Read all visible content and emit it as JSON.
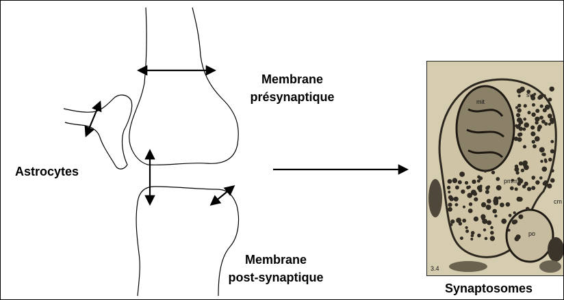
{
  "labels": {
    "presynaptic_line1": "Membrane",
    "presynaptic_line2": "présynaptique",
    "astrocytes": "Astrocytes",
    "postsynaptic_line1": "Membrane",
    "postsynaptic_line2": "post-synaptique",
    "synaptosomes": "Synaptosomes"
  },
  "micrograph": {
    "annotations": [
      "mit",
      "sv",
      "pmm",
      "cm",
      "po"
    ],
    "plate_number": "3.4"
  },
  "colors": {
    "line": "#000000",
    "background": "#ffffff",
    "micrograph_bg": "#d9cfb3"
  }
}
